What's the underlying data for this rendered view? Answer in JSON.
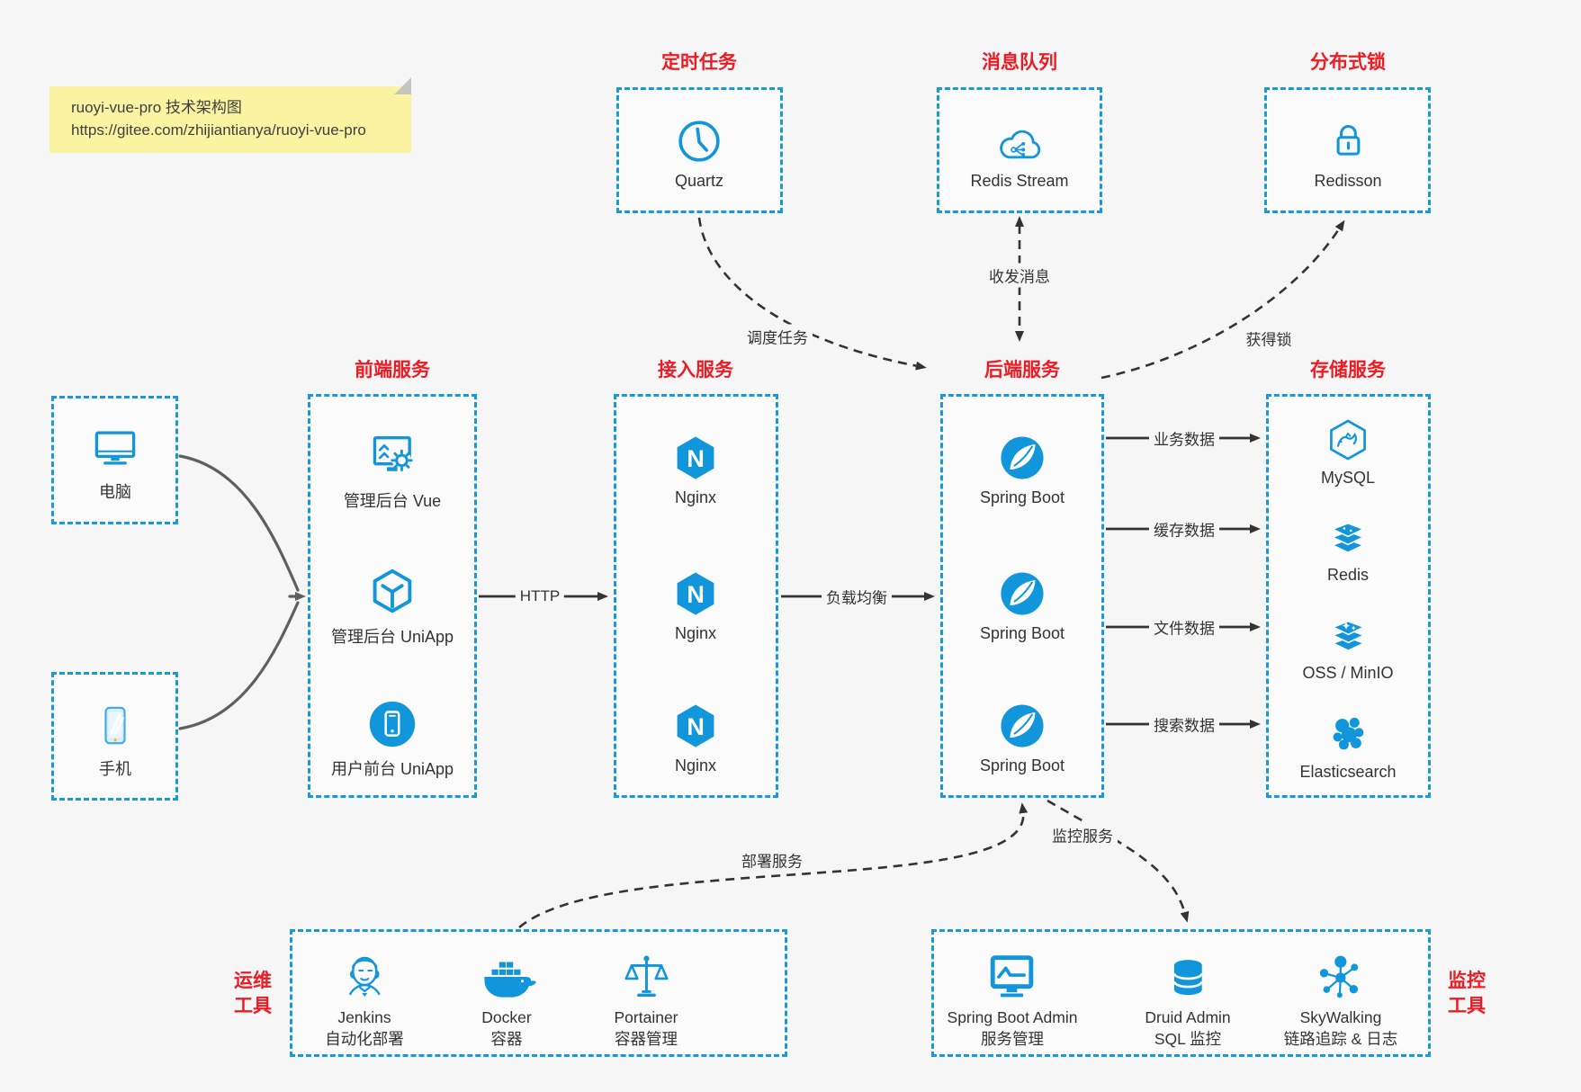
{
  "colors": {
    "accent_blue": "#1699dd",
    "icon_blue": "#1296db",
    "title_red": "#ed1c24",
    "arrow_dark": "#333333",
    "arrow_gray": "#5f5f5f",
    "note_bg": "#faf3a2"
  },
  "note": {
    "line1": "ruoyi-vue-pro 技术架构图",
    "line2": "https://gitee.com/zhijiantianya/ruoyi-vue-pro"
  },
  "top_groups": [
    {
      "title": "定时任务",
      "item": {
        "icon": "clock-icon",
        "label": "Quartz"
      }
    },
    {
      "title": "消息队列",
      "item": {
        "icon": "cloud-stream-icon",
        "label": "Redis Stream"
      }
    },
    {
      "title": "分布式锁",
      "item": {
        "icon": "lock-icon",
        "label": "Redisson"
      }
    }
  ],
  "clients": [
    {
      "icon": "desktop-icon",
      "label": "电脑"
    },
    {
      "icon": "mobile-icon",
      "label": "手机"
    }
  ],
  "columns": [
    {
      "title": "前端服务",
      "items": [
        {
          "icon": "admin-vue-icon",
          "label": "管理后台 Vue"
        },
        {
          "icon": "uniapp-cube-icon",
          "label": "管理后台 UniApp"
        },
        {
          "icon": "user-app-icon",
          "label": "用户前台 UniApp"
        }
      ]
    },
    {
      "title": "接入服务",
      "items": [
        {
          "icon": "nginx-icon",
          "label": "Nginx"
        },
        {
          "icon": "nginx-icon",
          "label": "Nginx"
        },
        {
          "icon": "nginx-icon",
          "label": "Nginx"
        }
      ]
    },
    {
      "title": "后端服务",
      "items": [
        {
          "icon": "spring-boot-icon",
          "label": "Spring Boot"
        },
        {
          "icon": "spring-boot-icon",
          "label": "Spring Boot"
        },
        {
          "icon": "spring-boot-icon",
          "label": "Spring Boot"
        }
      ]
    },
    {
      "title": "存储服务",
      "items": [
        {
          "icon": "mysql-icon",
          "label": "MySQL"
        },
        {
          "icon": "redis-icon",
          "label": "Redis"
        },
        {
          "icon": "oss-minio-icon",
          "label": "OSS / MinIO"
        },
        {
          "icon": "elasticsearch-icon",
          "label": "Elasticsearch"
        }
      ]
    }
  ],
  "edges": {
    "http": "HTTP",
    "load_balance": "负载均衡",
    "schedule": "调度任务",
    "messaging": "收发消息",
    "lock": "获得锁",
    "data_labels": [
      "业务数据",
      "缓存数据",
      "文件数据",
      "搜索数据"
    ],
    "deploy": "部署服务",
    "monitor": "监控服务"
  },
  "bottom_groups": [
    {
      "title_line1": "运维",
      "title_line2": "工具",
      "items": [
        {
          "icon": "jenkins-icon",
          "name": "Jenkins",
          "desc": "自动化部署"
        },
        {
          "icon": "docker-icon",
          "name": "Docker",
          "desc": "容器"
        },
        {
          "icon": "portainer-icon",
          "name": "Portainer",
          "desc": "容器管理"
        }
      ]
    },
    {
      "title_line1": "监控",
      "title_line2": "工具",
      "items": [
        {
          "icon": "spring-boot-admin-icon",
          "name": "Spring Boot Admin",
          "desc": "服务管理"
        },
        {
          "icon": "druid-icon",
          "name": "Druid Admin",
          "desc": "SQL 监控"
        },
        {
          "icon": "skywalking-icon",
          "name": "SkyWalking",
          "desc": "链路追踪 & 日志"
        }
      ]
    }
  ],
  "glyphs": {
    "nginx_letter": "N"
  }
}
